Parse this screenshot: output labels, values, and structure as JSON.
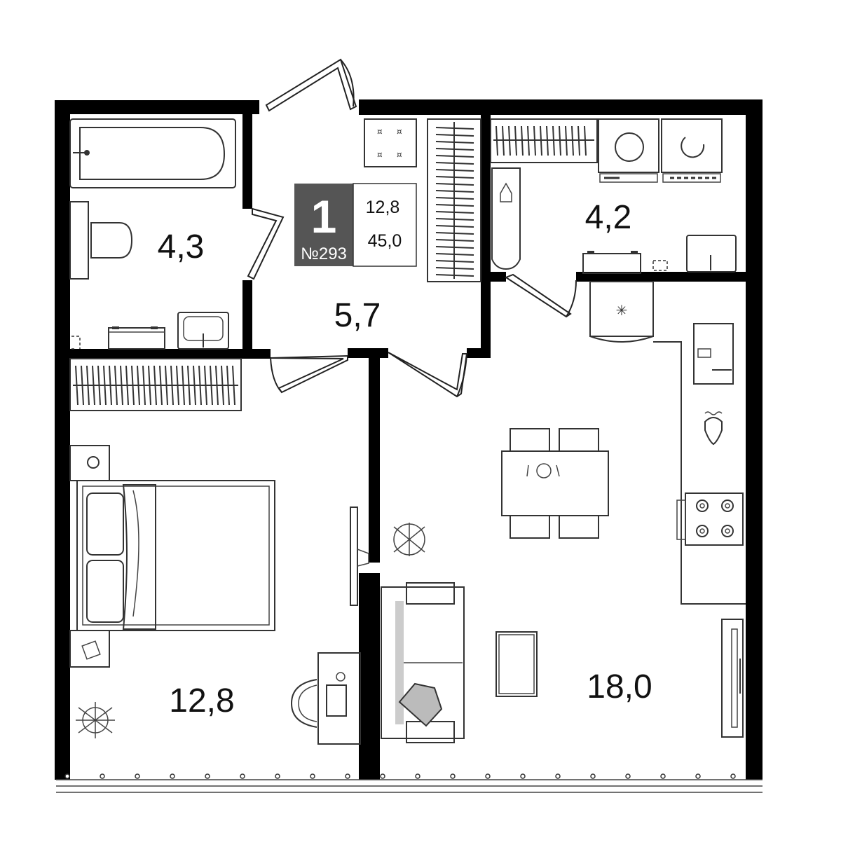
{
  "plan": {
    "badge": {
      "rooms": "1",
      "number": "№293",
      "living_area": "12,8",
      "total_area": "45,0",
      "badge_color": "#555555"
    },
    "rooms": {
      "bathroom": "4,3",
      "hallway": "5,7",
      "utility": "4,2",
      "bedroom": "12,8",
      "kitchen_living": "18,0"
    },
    "colors": {
      "wall": "#000000",
      "line": "#333333",
      "background": "#ffffff"
    }
  }
}
